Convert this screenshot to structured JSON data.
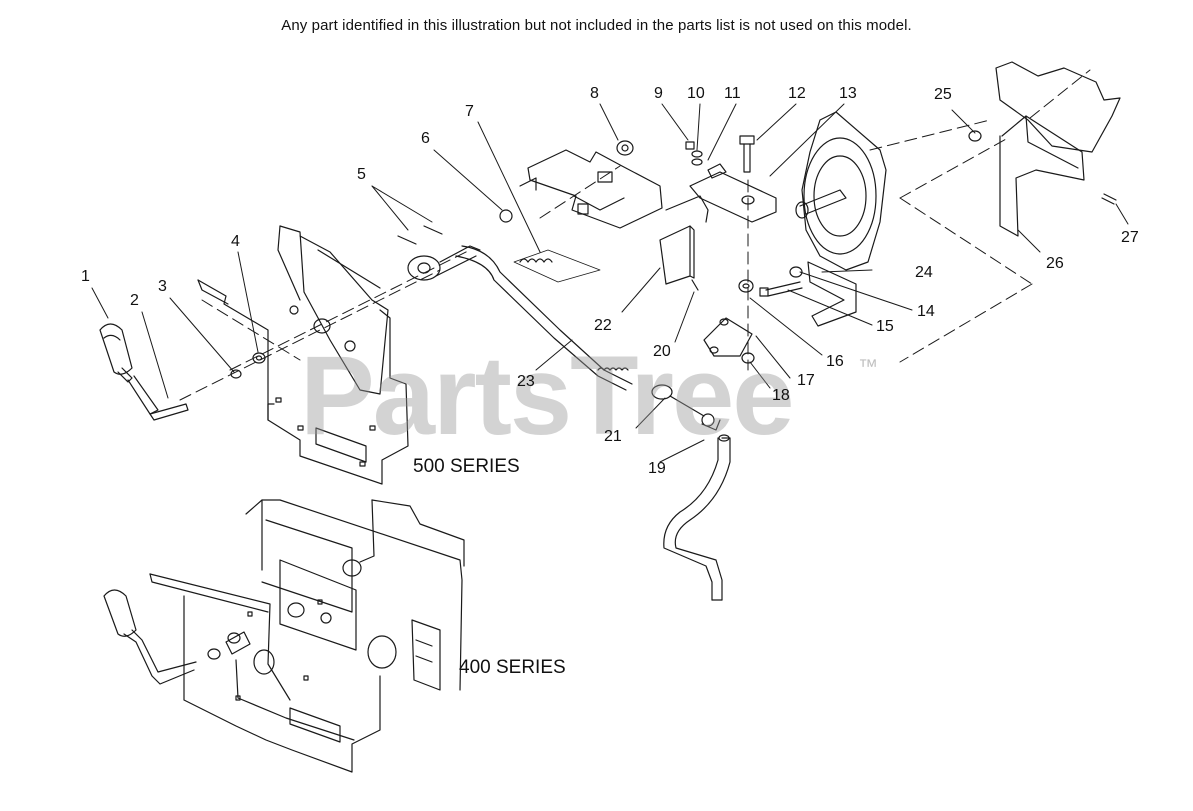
{
  "header_note": "Any part identified in this illustration but not included in the parts list is not used on this model.",
  "watermark": {
    "text": "PartsTree",
    "trademark": "™"
  },
  "series_labels": {
    "series_500": "500 SERIES",
    "series_400": "400 SERIES"
  },
  "callouts": [
    "1",
    "2",
    "3",
    "4",
    "5",
    "6",
    "7",
    "8",
    "9",
    "10",
    "11",
    "12",
    "13",
    "14",
    "15",
    "16",
    "17",
    "18",
    "19",
    "20",
    "21",
    "22",
    "23",
    "24",
    "25",
    "26",
    "27"
  ],
  "colors": {
    "line": "#1a1a1a",
    "watermark": "#969696",
    "background": "#ffffff"
  }
}
